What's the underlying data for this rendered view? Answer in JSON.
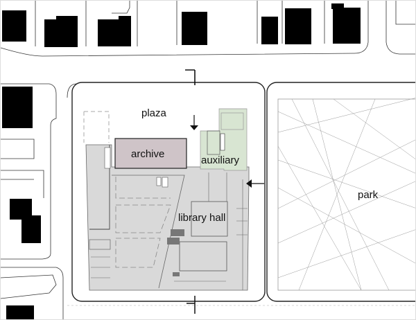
{
  "labels": {
    "plaza": "plaza",
    "archive": "archive",
    "auxiliary": "auxiliary",
    "library_hall": "library hall",
    "park": "park"
  },
  "colors": {
    "building_fill": "#d9d9d9",
    "archive_fill": "#cfc4c8",
    "auxiliary_fill": "#d8e5d2",
    "neighbor_buildings": "#000000",
    "lines": "#333333"
  },
  "icons": [
    "entrance-arrow-icon",
    "section-marker-icon"
  ]
}
